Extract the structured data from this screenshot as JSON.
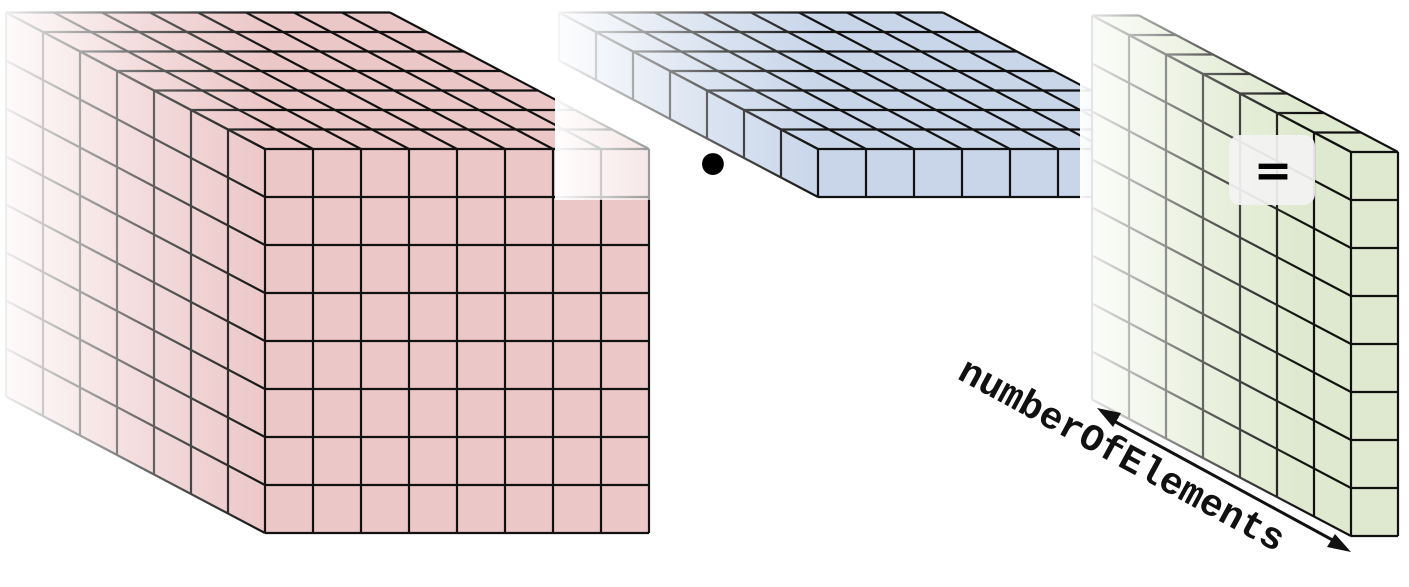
{
  "operator_dot": "•",
  "operator_equals": "=",
  "dimension_label": "numberOfElements",
  "colors": {
    "red_face": "#ecc7c8",
    "blue_face": "#c9d6ea",
    "green_face": "#dfe9cf",
    "grid_line": "#111111",
    "equals_box": "#f3f3f3"
  },
  "grids": {
    "red_cube": {
      "cols": 8,
      "rows": 8,
      "depth": 7
    },
    "blue_slab": {
      "cols": 8,
      "rows": 1,
      "depth": 7
    },
    "green_slab": {
      "cols": 1,
      "rows": 8,
      "depth": 7
    }
  }
}
